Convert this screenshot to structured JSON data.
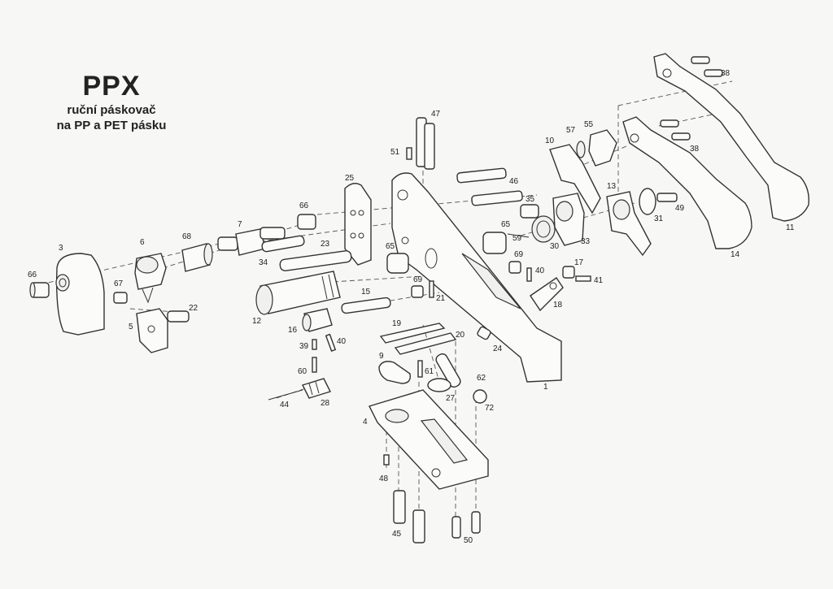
{
  "title": {
    "main": "PPX",
    "line1": "ruční páskovač",
    "line2": "na PP a PET pásku"
  },
  "parts": [
    {
      "id": "p1",
      "label": "1"
    },
    {
      "id": "p3",
      "label": "3"
    },
    {
      "id": "p4",
      "label": "4"
    },
    {
      "id": "p5",
      "label": "5"
    },
    {
      "id": "p6",
      "label": "6"
    },
    {
      "id": "p7",
      "label": "7"
    },
    {
      "id": "p9",
      "label": "9"
    },
    {
      "id": "p10",
      "label": "10"
    },
    {
      "id": "p11",
      "label": "11"
    },
    {
      "id": "p12",
      "label": "12"
    },
    {
      "id": "p13",
      "label": "13"
    },
    {
      "id": "p14",
      "label": "14"
    },
    {
      "id": "p15",
      "label": "15"
    },
    {
      "id": "p16",
      "label": "16"
    },
    {
      "id": "p17",
      "label": "17"
    },
    {
      "id": "p18",
      "label": "18"
    },
    {
      "id": "p19",
      "label": "19"
    },
    {
      "id": "p20",
      "label": "20"
    },
    {
      "id": "p21",
      "label": "21"
    },
    {
      "id": "p22",
      "label": "22"
    },
    {
      "id": "p23",
      "label": "23"
    },
    {
      "id": "p24",
      "label": "24"
    },
    {
      "id": "p25",
      "label": "25"
    },
    {
      "id": "p27",
      "label": "27"
    },
    {
      "id": "p28",
      "label": "28"
    },
    {
      "id": "p30",
      "label": "30"
    },
    {
      "id": "p31",
      "label": "31"
    },
    {
      "id": "p33",
      "label": "33"
    },
    {
      "id": "p34",
      "label": "34"
    },
    {
      "id": "p35",
      "label": "35"
    },
    {
      "id": "p38a",
      "label": "38"
    },
    {
      "id": "p38b",
      "label": "38"
    },
    {
      "id": "p39",
      "label": "39"
    },
    {
      "id": "p40a",
      "label": "40"
    },
    {
      "id": "p40b",
      "label": "40"
    },
    {
      "id": "p41",
      "label": "41"
    },
    {
      "id": "p44",
      "label": "44"
    },
    {
      "id": "p45",
      "label": "45"
    },
    {
      "id": "p46",
      "label": "46"
    },
    {
      "id": "p47",
      "label": "47"
    },
    {
      "id": "p48",
      "label": "48"
    },
    {
      "id": "p49",
      "label": "49"
    },
    {
      "id": "p50",
      "label": "50"
    },
    {
      "id": "p51",
      "label": "51"
    },
    {
      "id": "p55",
      "label": "55"
    },
    {
      "id": "p57",
      "label": "57"
    },
    {
      "id": "p59",
      "label": "59"
    },
    {
      "id": "p60",
      "label": "60"
    },
    {
      "id": "p61",
      "label": "61"
    },
    {
      "id": "p62",
      "label": "62"
    },
    {
      "id": "p65a",
      "label": "65"
    },
    {
      "id": "p65b",
      "label": "65"
    },
    {
      "id": "p66a",
      "label": "66"
    },
    {
      "id": "p66b",
      "label": "66"
    },
    {
      "id": "p67",
      "label": "67"
    },
    {
      "id": "p68",
      "label": "68"
    },
    {
      "id": "p69a",
      "label": "69"
    },
    {
      "id": "p69b",
      "label": "69"
    },
    {
      "id": "p72",
      "label": "72"
    }
  ]
}
